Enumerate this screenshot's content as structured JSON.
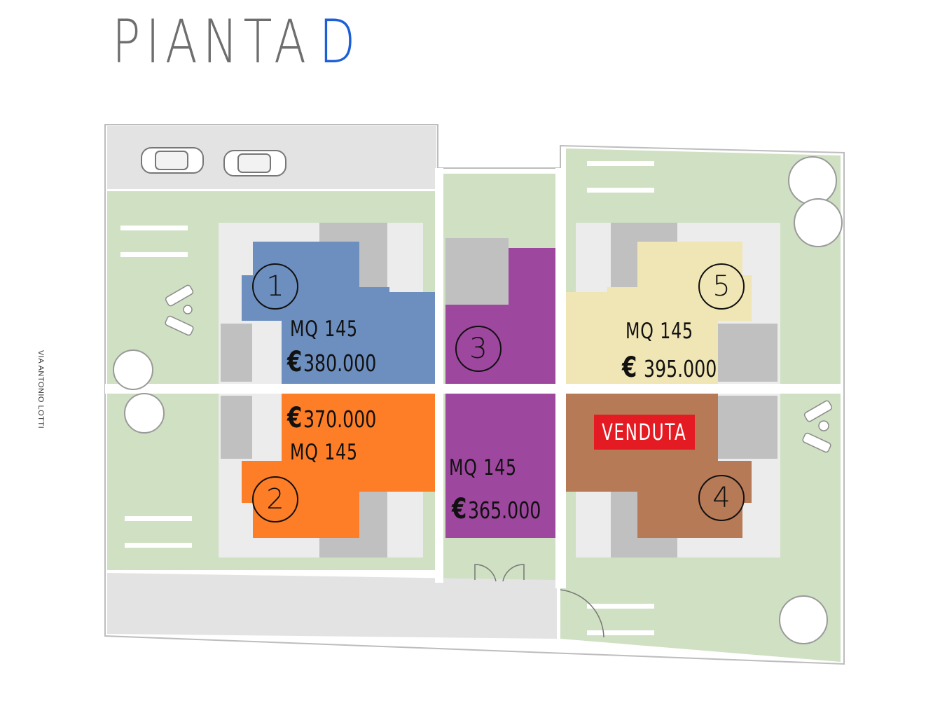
{
  "title": {
    "prefix": "PIANTA",
    "letter": "D"
  },
  "street_label": "VIA ANTONIO LOTTI",
  "units": [
    {
      "number": "1",
      "area": "MQ 145",
      "price_symbol": "€",
      "price": "380.000",
      "color": "#6d8fbf"
    },
    {
      "number": "2",
      "area": "MQ 145",
      "price_symbol": "€",
      "price": "370.000",
      "color": "#fd7e27"
    },
    {
      "number": "3",
      "area": "MQ 145",
      "price_symbol": "€",
      "price": "365.000",
      "color": "#9e479f"
    },
    {
      "number": "4",
      "status": "VENDUTA",
      "color": "#b77a57"
    },
    {
      "number": "5",
      "area": "MQ 145",
      "price_symbol": "€",
      "price": "395.000",
      "color": "#f0e5b4"
    }
  ],
  "colors": {
    "lawn": "#cfe0c3",
    "paving": "#e3e3e3",
    "building_gray": "#c0c0c0",
    "sold_badge": "#e41b23",
    "title_accent": "#1d5fd6"
  }
}
